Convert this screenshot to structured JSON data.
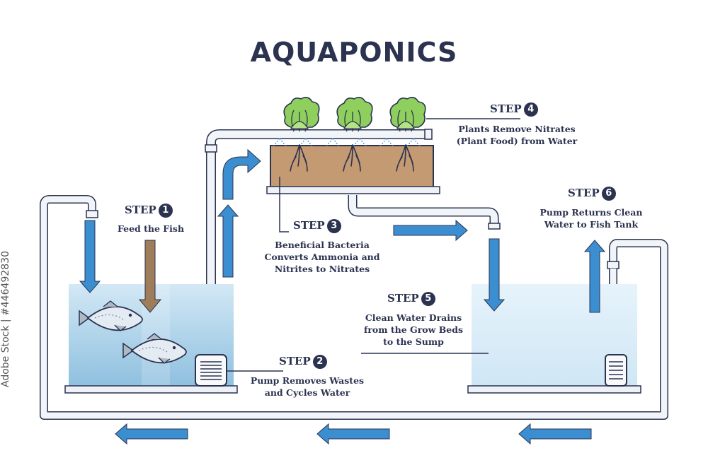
{
  "title": "AQUAPONICS",
  "step_word": "STEP",
  "steps": [
    {
      "number": "1",
      "lines": [
        "Feed the Fish"
      ]
    },
    {
      "number": "2",
      "lines": [
        "Pump Removes Wastes",
        "and Cycles Water"
      ]
    },
    {
      "number": "3",
      "lines": [
        "Beneficial Bacteria",
        "Converts Ammonia and",
        "Nitrites to Nitrates"
      ]
    },
    {
      "number": "4",
      "lines": [
        "Plants Remove Nitrates",
        "(Plant Food) from Water"
      ]
    },
    {
      "number": "5",
      "lines": [
        "Clean Water Drains",
        "from the Grow Beds",
        "to the Sump"
      ]
    },
    {
      "number": "6",
      "lines": [
        "Pump Returns Clean",
        "Water to Fish Tank"
      ]
    }
  ],
  "watermark": "Adobe Stock | #446492830",
  "colors": {
    "text": "#2b3350",
    "arrow_blue": "#3b8fd0",
    "water_light": "#d9ecf7",
    "water_dark": "#a9cfe6",
    "soil": "#c49a72",
    "food_arrow": "#a07d5a",
    "leaf": "#8fcf5e",
    "pipe_fill": "#f1f5f9"
  },
  "icons": [
    "fish-icon",
    "lettuce-icon",
    "pump-icon",
    "flow-arrow-icon",
    "food-arrow-icon"
  ]
}
